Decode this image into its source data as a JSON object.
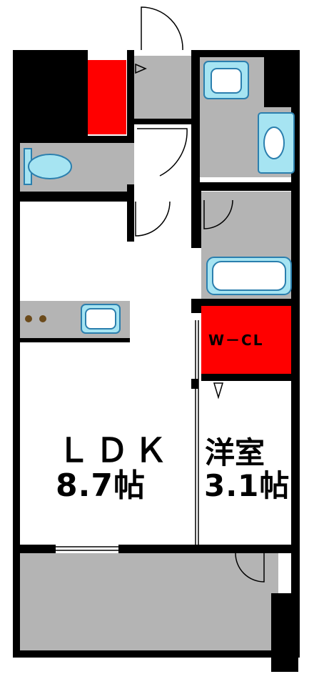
{
  "rooms": {
    "ldk": {
      "name": "ＬＤＫ",
      "area": "8.7帖"
    },
    "yoshitsu": {
      "name": "洋室",
      "area": "3.1帖"
    },
    "walk_in_closet": {
      "name": "W－CL"
    }
  },
  "colors": {
    "wall": "#000000",
    "wet_area": "#b4b4b4",
    "storage": "#ff0000",
    "fixture_fill": "#a6e4f2",
    "fixture_stroke": "#2b7fae",
    "floor": "#ffffff",
    "balcony": "#b4b4b4"
  },
  "icons": [
    "toilet-icon",
    "washbasin-icon",
    "bathtub-icon",
    "sink-icon",
    "stove-burner-icon",
    "door-swing-icon"
  ]
}
